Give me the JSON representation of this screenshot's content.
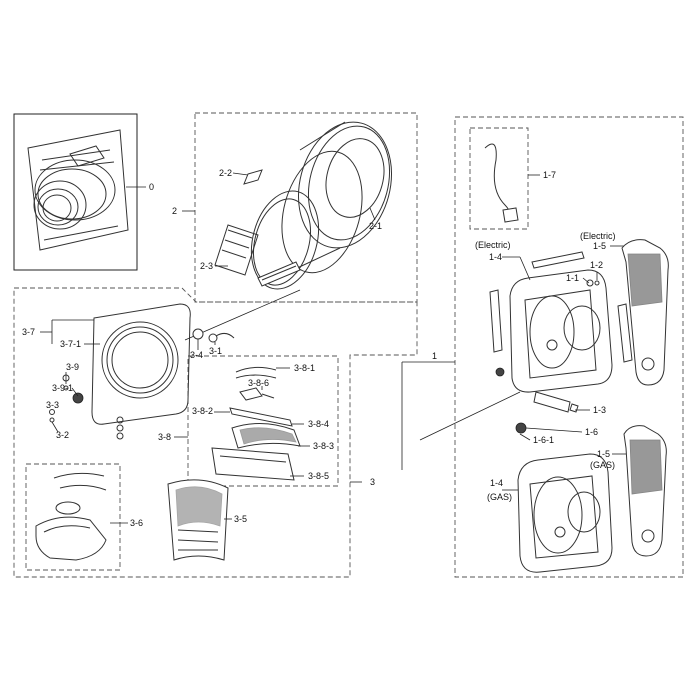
{
  "labels": {
    "l0": "0",
    "l2": "2",
    "l2_1": "2-1",
    "l2_2": "2-2",
    "l2_3": "2-3",
    "l1": "1",
    "l1_7": "1-7",
    "l1_5e": "1-5",
    "electric_right": "(Electric)",
    "electric_left": "(Electric)",
    "l1_4e": "1-4",
    "l1_1": "1-1",
    "l1_2": "1-2",
    "l1_3": "1-3",
    "l1_6": "1-6",
    "l1_6_1": "1-6-1",
    "l1_5g": "1-5",
    "gas_right": "(GAS)",
    "l1_4g": "1-4",
    "gas_left": "(GAS)",
    "l3": "3",
    "l3_7": "3-7",
    "l3_7_1": "3-7-1",
    "l3_4": "3-4",
    "l3_1": "3-1",
    "l3_9": "3-9",
    "l3_9_1": "3-9-1",
    "l3_3": "3-3",
    "l3_2": "3-2",
    "l3_8_1": "3-8-1",
    "l3_8_6": "3-8-6",
    "l3_8_2": "3-8-2",
    "l3_8_4": "3-8-4",
    "l3_8": "3-8",
    "l3_8_3": "3-8-3",
    "l3_8_5": "3-8-5",
    "l3_6": "3-6",
    "l3_5": "3-5"
  }
}
